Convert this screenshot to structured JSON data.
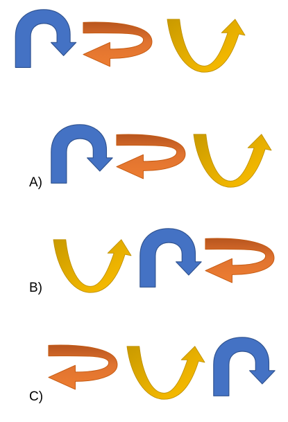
{
  "options": {
    "a": {
      "label": "A)"
    },
    "b": {
      "label": "B)"
    },
    "c": {
      "label": "C)"
    }
  },
  "colors": {
    "blue_arrow": "#4472c4",
    "orange_arrow": "#ed7d31",
    "gold_arrow": "#ffc000"
  },
  "icons": {
    "blue": "uturn-arrow-icon",
    "orange": "curved-arrow-icon",
    "gold": "u-curve-arrow-icon"
  }
}
